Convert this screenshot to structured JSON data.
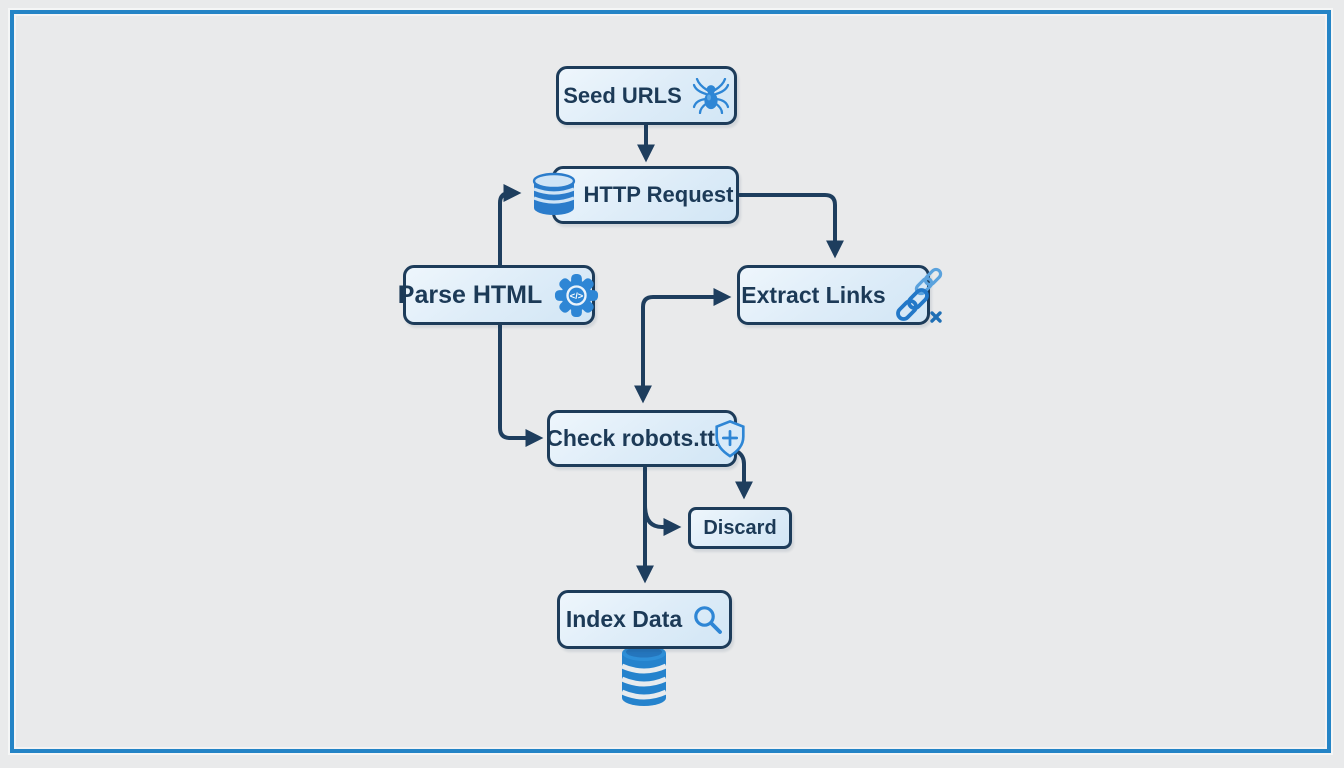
{
  "diagram_type": "flowchart",
  "nodes": {
    "seed_urls": {
      "label": "Seed URLS",
      "icon": "spider-icon"
    },
    "http_request": {
      "label": "HTTP Request",
      "icon": "database-icon"
    },
    "parse_html": {
      "label": "Parse HTML",
      "icon": "gear-code-icon"
    },
    "extract_links": {
      "label": "Extract Links",
      "icon": "chain-links-x-icon"
    },
    "check_robots": {
      "label": "Check robots.ttx",
      "icon": "shield-plus-icon"
    },
    "discard": {
      "label": "Discard"
    },
    "index_data": {
      "label": "Index Data",
      "icon": "magnifier-icon"
    },
    "datastore": {
      "icon": "database-cylinder-icon"
    }
  },
  "icons": {
    "gear_code_glyph": "</>"
  },
  "edges": [
    {
      "from": "seed_urls",
      "to": "http_request"
    },
    {
      "from": "parse_html",
      "to": "http_request"
    },
    {
      "from": "http_request",
      "to": "extract_links",
      "enters": "top"
    },
    {
      "from": "junction",
      "to": "extract_links",
      "enters": "left"
    },
    {
      "from": "junction",
      "to": "check_robots",
      "enters": "top"
    },
    {
      "from": "parse_html",
      "to": "check_robots",
      "enters": "left"
    },
    {
      "from": "check_robots",
      "to": "discard",
      "enters": "top"
    },
    {
      "from": "check_robots",
      "to": "discard",
      "enters": "left"
    },
    {
      "from": "check_robots",
      "to": "index_data",
      "enters": "top"
    }
  ],
  "colors": {
    "background": "#e9eaeb",
    "frame_border": "#2484c6",
    "node_border": "#1d3c5a",
    "node_fill": "#ddecf8",
    "node_text": "#1c3a57",
    "arrow": "#1e3e5e",
    "icon_blue": "#2e86d5",
    "icon_blue_dark": "#2278c8",
    "icon_blue_light": "#cfe4f6"
  }
}
